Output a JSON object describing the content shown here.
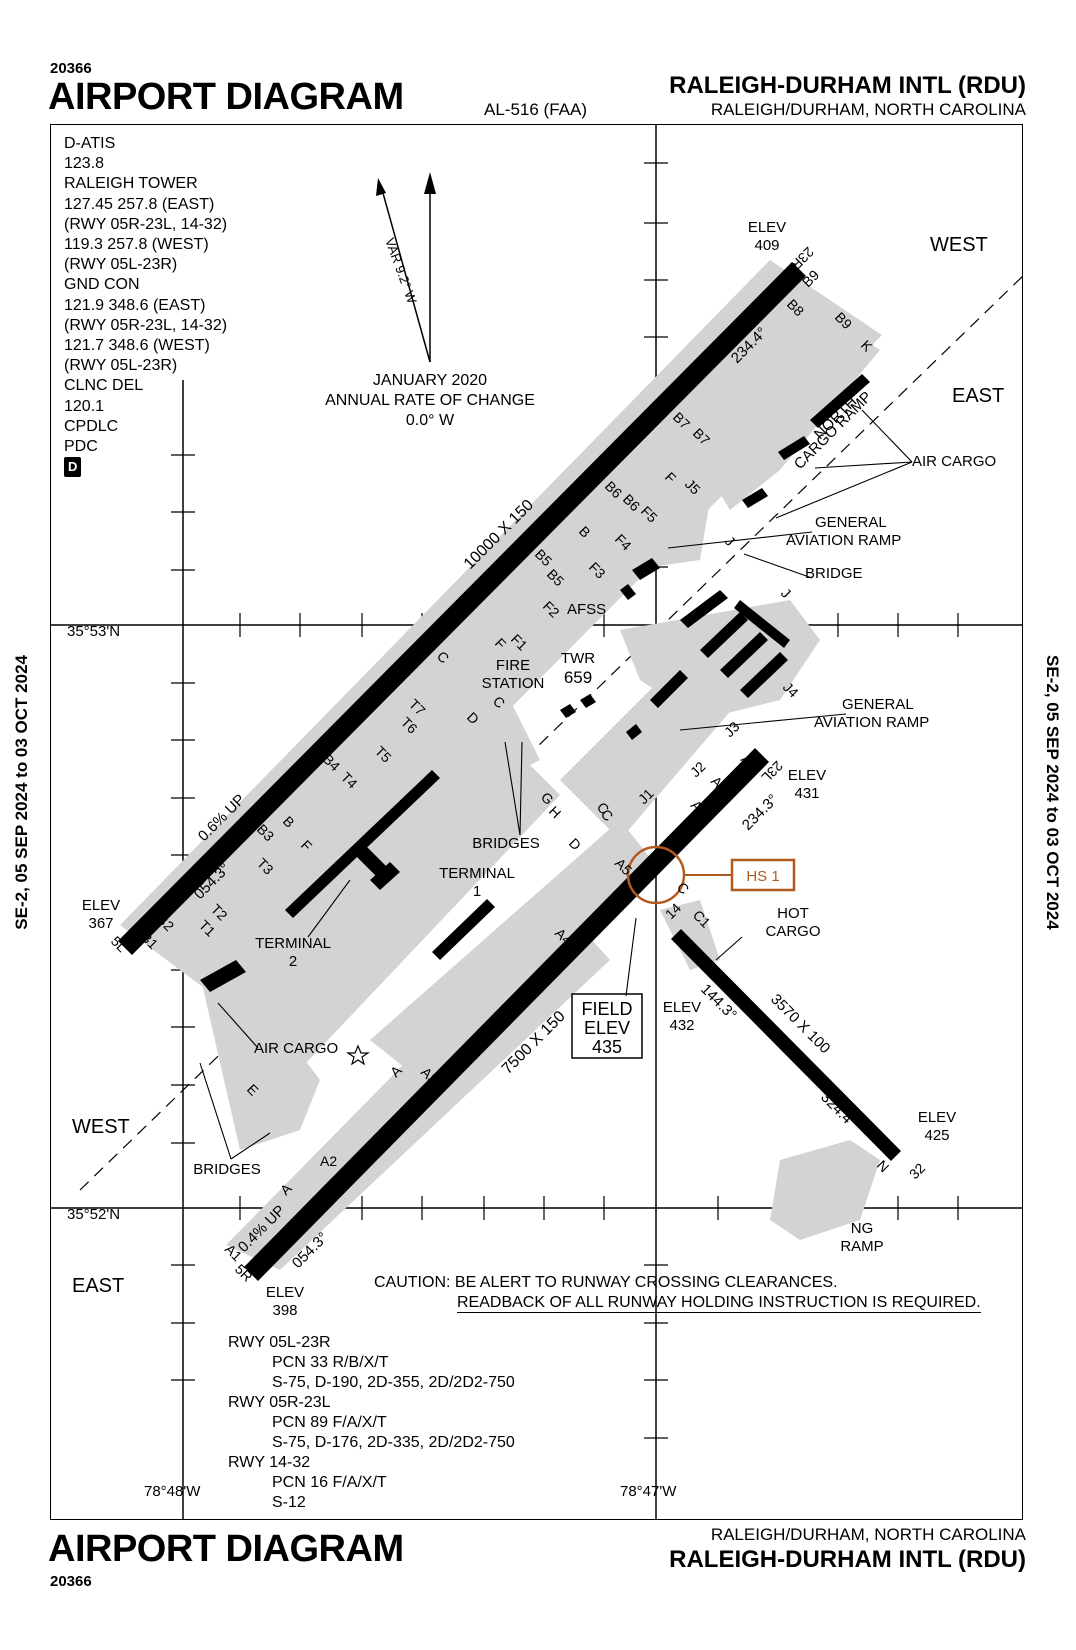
{
  "chart_id": "20366",
  "title": "AIRPORT DIAGRAM",
  "procedure_id": "AL-516 (FAA)",
  "airport_name": "RALEIGH-DURHAM INTL (RDU)",
  "location": "RALEIGH/DURHAM, NORTH CAROLINA",
  "effective_dates": "SE-2, 05 SEP 2024 to 03 OCT 2024",
  "frequencies": [
    "D-ATIS",
    "123.8",
    "RALEIGH TOWER",
    "127.45  257.8  (EAST)",
    "(RWY 05R-23L, 14-32)",
    "119.3  257.8  (WEST)",
    "(RWY 05L-23R)",
    "GND CON",
    "121.9  348.6  (EAST)",
    "(RWY 05R-23L, 14-32)",
    "121.7  348.6  (WEST)",
    "(RWY 05L-23R)",
    "CLNC DEL",
    "120.1",
    "CPDLC",
    "PDC"
  ],
  "datalink_badge": "D",
  "magnetic_variation": "VAR 9.2° W",
  "variation_note": [
    "JANUARY 2020",
    "ANNUAL RATE OF CHANGE",
    "0.0° W"
  ],
  "coordinates": {
    "lat_north": "35°53'N",
    "lat_south": "35°52'N",
    "lon_west": "78°48'W",
    "lon_east": "78°47'W"
  },
  "zones": {
    "west": "WEST",
    "east": "EAST"
  },
  "runways": {
    "r05l_23r": {
      "dims": "10000 X 150",
      "end_a": "5L",
      "end_b": "23R",
      "heading_up": "234.4°",
      "heading_down": "054.3°",
      "slope": "0.6% UP",
      "elev_a": [
        "ELEV",
        "367"
      ],
      "elev_b": [
        "ELEV",
        "409"
      ]
    },
    "r05r_23l": {
      "dims": "7500 X 150",
      "end_a": "5R",
      "end_b": "23L",
      "heading_up": "234.3°",
      "heading_down": "054.3°",
      "slope": "0.4% UP",
      "elev_a": [
        "ELEV",
        "398"
      ],
      "elev_b": [
        "ELEV",
        "431"
      ]
    },
    "r14_32": {
      "dims": "3570 X 100",
      "end_a": "14",
      "end_b": "32",
      "heading_a": "144.3°",
      "heading_b": "324.4°",
      "elev_a": [
        "ELEV",
        "432"
      ],
      "elev_b": [
        "ELEV",
        "425"
      ]
    }
  },
  "field_elev": [
    "FIELD",
    "ELEV",
    "435"
  ],
  "hotspot": {
    "label": "HS 1",
    "color": "#b35a1f"
  },
  "facility_labels": {
    "north_cargo_ramp": [
      "NORTH",
      "CARGO RAMP"
    ],
    "air_cargo": "AIR CARGO",
    "general_aviation_ramp": [
      "GENERAL",
      "AVIATION RAMP"
    ],
    "bridge": "BRIDGE",
    "bridges": "BRIDGES",
    "afss": "AFSS",
    "twr": [
      "TWR",
      "659"
    ],
    "fire_station": [
      "FIRE",
      "STATION"
    ],
    "terminal_1": [
      "TERMINAL",
      "1"
    ],
    "terminal_2": [
      "TERMINAL",
      "2"
    ],
    "hot_cargo": [
      "HOT",
      "CARGO"
    ],
    "ng_ramp": [
      "NG",
      "RAMP"
    ]
  },
  "taxiway_labels": [
    "B9",
    "B9",
    "B8",
    "K",
    "B7",
    "B7",
    "B6",
    "B6",
    "F5",
    "F",
    "J5",
    "B5",
    "B",
    "F4",
    "B5",
    "F3",
    "F2",
    "J",
    "F1",
    "F",
    "C",
    "T7",
    "T6",
    "D",
    "C",
    "T5",
    "B4",
    "T4",
    "B3",
    "B",
    "F",
    "T3",
    "T2",
    "T1",
    "B2",
    "B1",
    "E",
    "A",
    "A3",
    "A2",
    "A",
    "A1",
    "A4",
    "A5",
    "G",
    "H",
    "C",
    "D",
    "J1",
    "A6",
    "J2",
    "A",
    "A7",
    "J3",
    "J4",
    "C",
    "C",
    "C1",
    "J",
    "N"
  ],
  "caution": [
    "CAUTION:  BE ALERT TO RUNWAY CROSSING CLEARANCES.",
    "READBACK OF ALL RUNWAY HOLDING INSTRUCTION IS REQUIRED."
  ],
  "runway_data": [
    {
      "runway": "RWY 05L-23R",
      "pcn": "PCN 33 R/B/X/T",
      "weights": "S-75, D-190, 2D-355, 2D/2D2-750"
    },
    {
      "runway": "RWY 05R-23L",
      "pcn": "PCN 89 F/A/X/T",
      "weights": "S-75, D-176, 2D-335, 2D/2D2-750"
    },
    {
      "runway": "RWY 14-32",
      "pcn": "PCN 16 F/A/X/T",
      "weights": "S-12"
    }
  ]
}
